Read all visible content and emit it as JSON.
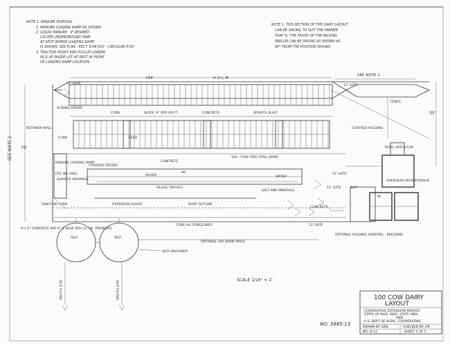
{
  "notes_left": {
    "header": "NOTE 1.  MANURE DISPOSAL",
    "lines": [
      "1. MANURE LOADING RAMP AS SHOWN",
      "2. LIQUID MANURE - IF DESIRED",
      "LOCATE UNDERGROUND TANK",
      "AT SPOT WHERE LOADING RAMP",
      "IS SHOWN. SEE PLAN - RECT. 8'X6'X10' - CIRCULAR 5'X8'",
      "3. TRACTOR FRONT END PICK-UP LOADER",
      "PICK UP INSIDE LOT AT SPOT IN FRONT",
      "OF LOADING RAMP LOCATION"
    ]
  },
  "notes_right": {
    "lines": [
      "NOTE 1. THIS SECTION OF THE DAIRY LAYOUT",
      "CAN BE SWUNG TO SUIT THE FARMER",
      "THAT IS, THE FRONT OF THE MILKING",
      "PARLOR CAN BE SWUNG AS SHOWN AS",
      "90° FROM THE POSITION SHOWN."
    ],
    "see_note": "SEE NOTE 1"
  },
  "labels": {
    "gate_top_left": "12' GATE",
    "gate_top_right": "12' GATE",
    "gate_mid_right": "12' GATE",
    "gate_bottom_right": "12' GATE",
    "gate_mid_right2": "12' GATE",
    "dim_top": "144'",
    "row_top": "H O L W",
    "dim_right": "35'",
    "dim_left": "75'",
    "sliding_doors": "SLIDING DOORS",
    "curb_top": "CURB",
    "slope": "SLOPE ¼\" PER LIN FT",
    "concrete_top": "CONCRETE",
    "service_alley": "SERVICE ALLEY",
    "fence": "FENCE",
    "covered_holding": "COVERED HOLDING",
    "retainer_wall": "RETAINER WALL",
    "curb_left": "CURB",
    "see_note_2": "SEE NOTE 2",
    "feed": "FEED",
    "stall_barn": "104 - COW FREE STALL BARN",
    "concrete_mid": "CONCRETE",
    "manure_ramp": "MANURE LOADING RAMP",
    "ext_no": "EXT. NO 1003",
    "surface_drainage": "SURFACE DRAINAGE",
    "covered_feeder": "COVERED FEEDER",
    "auger": "AUGER",
    "silage_trough": "SILAGE TROUGH",
    "dim_90": "90'",
    "salt_minerals": "SALT AND MINERALS",
    "water": "WATER",
    "overhead_auger": "OVERHEAD AUGER",
    "roof_outline": "ROOF OUTLINE",
    "fence_curb": "FENCE W/ CURB",
    "concrete_right": "CONCRETE",
    "roof_hatch": "ROOF HATCH FOR",
    "overhead_feed": "OVERHEAD FEED STORAGE",
    "out": "OUT",
    "in": "IN",
    "curb_fencelines": "CURB ALL FENCELINES",
    "hay_barn": "OPTIONAL HAY BARN SPACE",
    "hospital": "OPTIONAL HOLDING HOSPITAL - BREEDING",
    "silo_concrete": "6\"x 5\" CONCRETE PAD 6\" G BASE PER CU. YD. PREMIXED",
    "silo_1": "SILO",
    "silo_2": "SILO",
    "silo_unloader": "SILO UNLOADER",
    "silo_filling_1": "SILO FILLING",
    "silo_filling_2": "SILO FILLING",
    "scale": "SCALE  1/16\" = 1'",
    "drawing_no": "NO. 5885-13"
  },
  "title_block": {
    "title": "100 COW DAIRY",
    "subtitle": "LAYOUT",
    "line1": "COOPERATIVE EXTENSION SERVICE",
    "line2": "STATE OF MISS. MISS. STATE UNIV.",
    "line3": "AND",
    "line4": "U.S. DEPT OF AGRIC. COOPERATING",
    "drawn_by": "DRAWN BY: DEB",
    "checked_by": "CHECKED BY: LM",
    "number": "NO: D-12",
    "sheet": "SHEET 1 OF 1"
  },
  "margin_marks": {
    "left": "SEE NOTE 2"
  },
  "colors": {
    "ink": "#222222",
    "paper": "#fbfbf9"
  }
}
